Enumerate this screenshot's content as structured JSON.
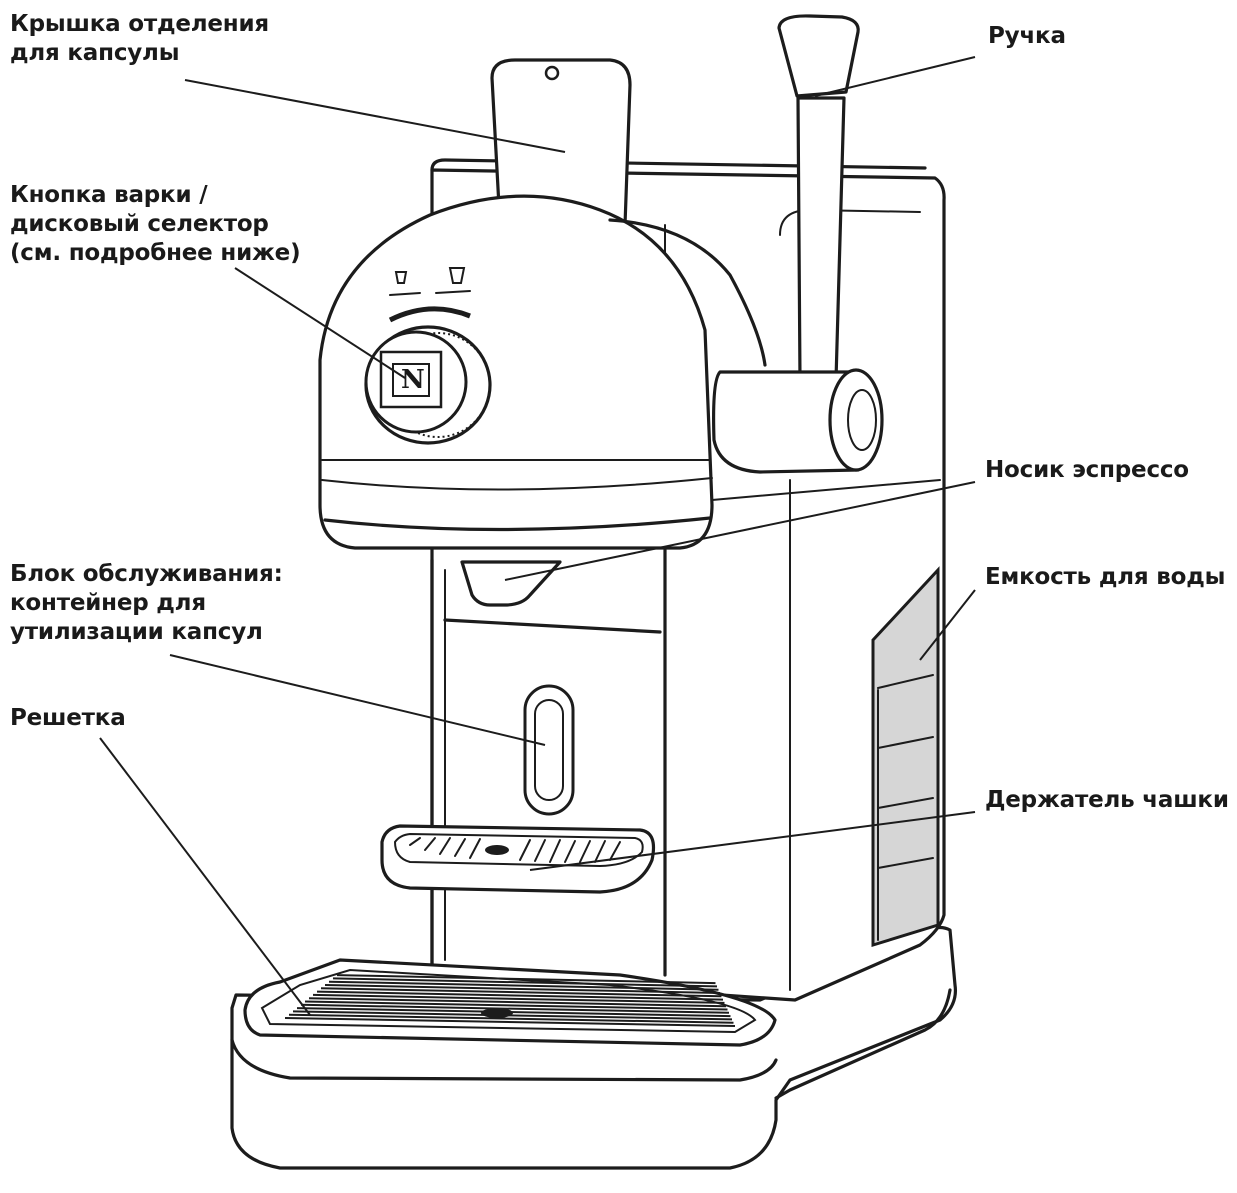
{
  "labels": {
    "capsule_lid": [
      "Крышка отделения",
      "для капсулы"
    ],
    "brew_button": [
      "Кнопка варки /",
      "дисковый селектор",
      "(см. подробнее ниже)"
    ],
    "handle": [
      "Ручка"
    ],
    "espresso_spout": [
      "Носик эспрессо"
    ],
    "service_block": [
      "Блок обслуживания:",
      "контейнер для",
      "утилизации капсул"
    ],
    "water_tank": [
      "Емкость для воды"
    ],
    "grille": [
      "Решетка"
    ],
    "cup_holder": [
      "Держатель чашки"
    ]
  },
  "logo_letter": "N",
  "colors": {
    "ink": "#1c1c1c",
    "tank_fill": "#d6d6d6",
    "background": "#ffffff"
  }
}
